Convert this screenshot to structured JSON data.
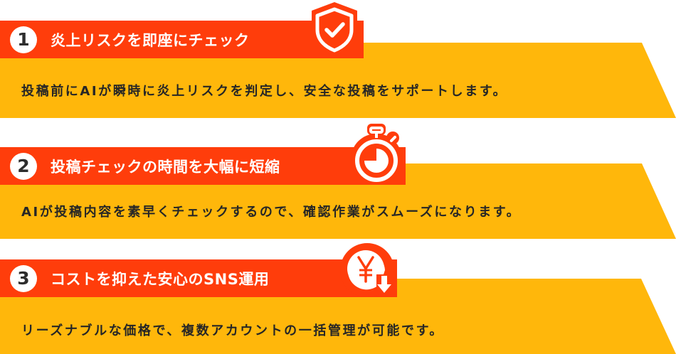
{
  "colors": {
    "accent_red": "#ff3d0b",
    "band_yellow": "#ffb70b",
    "heading_text": "#ffffff",
    "body_text": "#262626",
    "number_text": "#2d2d2d"
  },
  "features": [
    {
      "number": "1",
      "heading": "炎上リスクを即座にチェック",
      "description": "投稿前にAIが瞬時に炎上リスクを判定し、安全な投稿をサポートします。",
      "icon": "shield-check-icon"
    },
    {
      "number": "2",
      "heading": "投稿チェックの時間を大幅に短縮",
      "description": "AIが投稿内容を素早くチェックするので、確認作業がスムーズになります。",
      "icon": "stopwatch-icon"
    },
    {
      "number": "3",
      "heading": "コストを抑えた安心のSNS運用",
      "description": "リーズナブルな価格で、複数アカウントの一括管理が可能です。",
      "icon": "yen-down-icon"
    }
  ]
}
